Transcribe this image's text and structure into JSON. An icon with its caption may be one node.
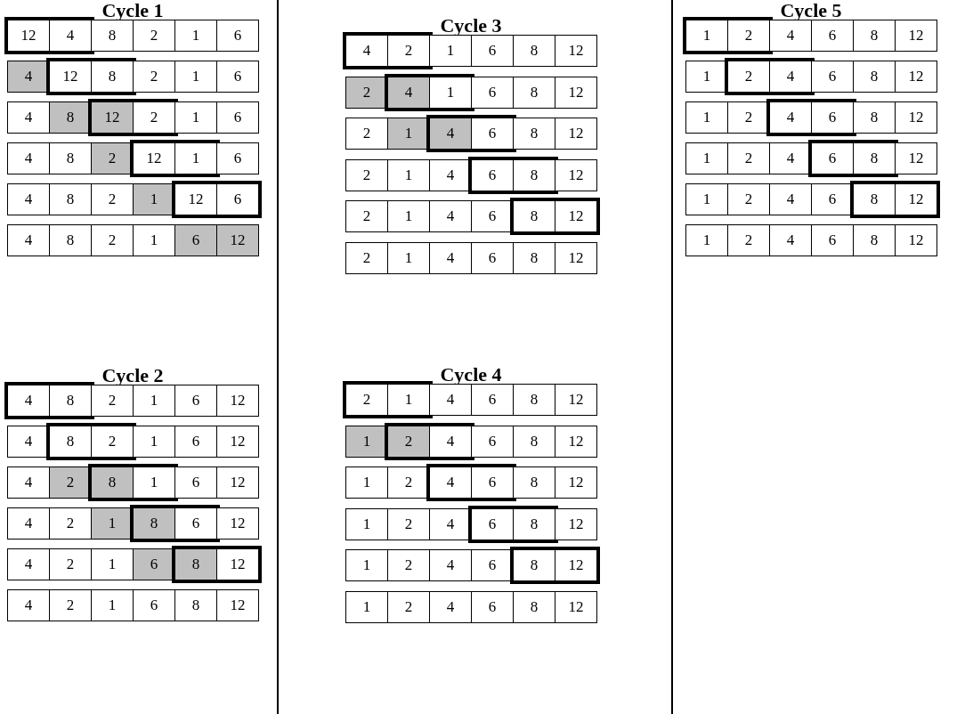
{
  "diagram": {
    "nodes": [
      {
        "text": [],
        "shape": "box"
      },
      {
        "text": [
          "12"
        ],
        "in": 0
      },
      {
        "text": [
          "4"
        ],
        "in": 0
      },
      {
        "text": [
          "8"
        ]
      },
      {
        "text": [
          "2"
        ]
      },
      {
        "text": [
          "1"
        ]
      },
      {
        "text": [
          "6"
        ]
      },
      {
        "text": [
          "4"
        ]
      },
      {
        "text": [],
        "shape": "box"
      },
      {
        "text": [
          "12"
        ],
        "in": 8
      },
      {
        "text": [
          "8"
        ],
        "in": 8
      },
      {
        "text": [
          "2"
        ]
      },
      {
        "text": [
          "1"
        ]
      },
      {
        "text": [
          "6"
        ]
      },
      {
        "text": [
          "4"
        ]
      },
      {
        "text": [
          "8"
        ]
      },
      {
        "text": [],
        "shape": "box"
      },
      {
        "text": [
          "12"
        ],
        "in": 16
      },
      {
        "text": [
          "2"
        ],
        "in": 16
      },
      {
        "text": [
          "1"
        ]
      },
      {
        "text": [
          "6"
        ]
      },
      {
        "text": [
          "4"
        ]
      },
      {
        "text": [
          "8"
        ]
      },
      {
        "text": [
          "2"
        ]
      },
      {
        "text": [],
        "shape": "box"
      },
      {
        "text": [
          "12"
        ],
        "in": 24
      },
      {
        "text": [
          "1"
        ],
        "in": 24
      },
      {
        "text": [
          "6"
        ]
      },
      {
        "text": [
          "4"
        ]
      },
      {
        "text": [
          "8"
        ]
      },
      {
        "text": [
          "2"
        ]
      },
      {
        "text": [
          "1"
        ]
      },
      {
        "text": [],
        "shape": "box"
      },
      {
        "text": [
          "12"
        ],
        "in": 32
      },
      {
        "text": [
          "6"
        ],
        "in": 32
      },
      {
        "text": [
          "4"
        ]
      },
      {
        "text": [
          "8"
        ]
      },
      {
        "text": [
          "2"
        ]
      },
      {
        "text": [
          "1"
        ]
      },
      {
        "text": [
          "6"
        ]
      },
      {
        "text": [
          "12"
        ]
      },
      {
        "text": [],
        "shape": "box"
      },
      {
        "text": [
          "4"
        ],
        "in": 41
      },
      {
        "text": [
          "8"
        ],
        "in": 41
      },
      {
        "text": [
          "2"
        ]
      },
      {
        "text": [
          "1"
        ]
      },
      {
        "text": [
          "6"
        ]
      },
      {
        "text": [
          "12"
        ]
      },
      {
        "text": [
          "4"
        ]
      },
      {
        "text": [],
        "shape": "box"
      },
      {
        "text": [
          "8"
        ],
        "in": 49
      },
      {
        "text": [
          "2"
        ],
        "in": 49
      },
      {
        "text": [
          "1"
        ]
      },
      {
        "text": [
          "6"
        ]
      },
      {
        "text": [
          "12"
        ]
      },
      {
        "text": [
          "4"
        ]
      },
      {
        "text": [
          "2"
        ]
      },
      {
        "text": [],
        "shape": "box"
      },
      {
        "text": [
          "8"
        ],
        "in": 57
      },
      {
        "text": [
          "1"
        ],
        "in": 57
      },
      {
        "text": [
          "6"
        ]
      },
      {
        "text": [
          "12"
        ]
      },
      {
        "text": [
          "4"
        ]
      },
      {
        "text": [
          "2"
        ]
      },
      {
        "text": [
          "1"
        ]
      },
      {
        "text": [],
        "shape": "box"
      },
      {
        "text": [
          "8"
        ],
        "in": 65
      },
      {
        "text": [
          "6"
        ],
        "in": 65
      },
      {
        "text": [
          "12"
        ]
      },
      {
        "text": [
          "4"
        ]
      },
      {
        "text": [
          "2"
        ]
      },
      {
        "text": [
          "1"
        ]
      },
      {
        "text": [
          "6"
        ]
      },
      {
        "text": [],
        "shape": "box"
      },
      {
        "text": [
          "8"
        ],
        "in": 73
      },
      {
        "text": [
          "12"
        ],
        "in": 73
      },
      {
        "text": [
          "4"
        ]
      },
      {
        "text": [
          "2"
        ]
      },
      {
        "text": [
          "1"
        ]
      },
      {
        "text": [
          "6"
        ]
      },
      {
        "text": [
          "8"
        ]
      },
      {
        "text": [
          "12"
        ]
      },
      {
        "text": [],
        "shape": "box"
      },
      {
        "text": [
          "4"
        ],
        "in": 82
      },
      {
        "text": [
          "2"
        ],
        "in": 82
      },
      {
        "text": [
          "1"
        ]
      },
      {
        "text": [
          "6"
        ]
      },
      {
        "text": [
          "8"
        ]
      },
      {
        "text": [
          "12"
        ]
      },
      {
        "text": [
          "2"
        ]
      },
      {
        "text": [],
        "shape": "box"
      },
      {
        "text": [
          "4"
        ],
        "in": 90
      },
      {
        "text": [
          "1"
        ],
        "in": 90
      },
      {
        "text": [
          "6"
        ]
      },
      {
        "text": [
          "8"
        ]
      },
      {
        "text": [
          "12"
        ]
      },
      {
        "text": [
          "2"
        ]
      },
      {
        "text": [
          "1"
        ]
      },
      {
        "text": [],
        "shape": "box"
      },
      {
        "text": [
          "4"
        ],
        "in": 98
      },
      {
        "text": [
          "6"
        ],
        "in": 98
      },
      {
        "text": [
          "8"
        ]
      },
      {
        "text": [
          "12"
        ]
      },
      {
        "text": [
          "2"
        ]
      },
      {
        "text": [
          "1"
        ]
      },
      {
        "text": [
          "4"
        ]
      },
      {
        "text": [],
        "shape": "box"
      },
      {
        "text": [
          "6"
        ],
        "in": 106
      },
      {
        "text": [
          "8"
        ],
        "in": 106
      },
      {
        "text": [
          "12"
        ]
      },
      {
        "text": [
          "2"
        ]
      },
      {
        "text": [
          "1"
        ]
      },
      {
        "text": [
          "4"
        ]
      },
      {
        "text": [
          "6"
        ]
      },
      {
        "text": [],
        "shape": "box"
      },
      {
        "text": [
          "8"
        ],
        "in": 114
      },
      {
        "text": [
          "12"
        ],
        "in": 114
      },
      {
        "text": [
          "2"
        ]
      },
      {
        "text": [
          "1"
        ]
      },
      {
        "text": [
          "4"
        ]
      },
      {
        "text": [
          "6"
        ]
      },
      {
        "text": [
          "8"
        ]
      },
      {
        "text": [
          "12"
        ]
      },
      {
        "text": [],
        "shape": "box"
      },
      {
        "text": [
          "2"
        ],
        "in": 123
      },
      {
        "text": [
          "1"
        ],
        "in": 123
      },
      {
        "text": [
          "4"
        ]
      },
      {
        "text": [
          "6"
        ]
      },
      {
        "text": [
          "8"
        ]
      },
      {
        "text": [
          "12"
        ]
      },
      {
        "text": [
          "1"
        ]
      },
      {
        "text": [],
        "shape": "box"
      },
      {
        "text": [
          "2"
        ],
        "in": 131
      },
      {
        "text": [
          "4"
        ],
        "in": 131
      },
      {
        "text": [
          "6"
        ]
      },
      {
        "text": [
          "8"
        ]
      },
      {
        "text": [
          "12"
        ]
      },
      {
        "text": [
          "1"
        ]
      },
      {
        "text": [
          "2"
        ]
      },
      {
        "text": [],
        "shape": "box"
      },
      {
        "text": [
          "4"
        ],
        "in": 139
      },
      {
        "text": [
          "6"
        ],
        "in": 139
      },
      {
        "text": [
          "8"
        ]
      },
      {
        "text": [
          "12"
        ]
      },
      {
        "text": [
          "1"
        ]
      },
      {
        "text": [
          "2"
        ]
      },
      {
        "text": [
          "4"
        ]
      },
      {
        "text": [],
        "shape": "box"
      },
      {
        "text": [
          "6"
        ],
        "in": 147
      },
      {
        "text": [
          "8"
        ],
        "in": 147
      },
      {
        "text": [
          "12"
        ]
      },
      {
        "text": [
          "1"
        ]
      },
      {
        "text": [
          "2"
        ]
      },
      {
        "text": [
          "4"
        ]
      },
      {
        "text": [
          "6"
        ]
      },
      {
        "text": [],
        "shape": "box"
      },
      {
        "text": [
          "8"
        ],
        "in": 155
      },
      {
        "text": [
          "12"
        ],
        "in": 155
      },
      {
        "text": [
          "1"
        ]
      },
      {
        "text": [
          "2"
        ]
      },
      {
        "text": [
          "4"
        ]
      },
      {
        "text": [
          "6"
        ]
      },
      {
        "text": [
          "8"
        ]
      },
      {
        "text": [
          "12"
        ]
      },
      {
        "text": [],
        "shape": "box"
      },
      {
        "text": [
          "1"
        ],
        "in": 164
      },
      {
        "text": [
          "2"
        ],
        "in": 164
      },
      {
        "text": [
          "4"
        ]
      },
      {
        "text": [
          "6"
        ]
      },
      {
        "text": [
          "8"
        ]
      },
      {
        "text": [
          "12"
        ]
      },
      {
        "text": [
          "1"
        ]
      },
      {
        "text": [],
        "shape": "box"
      },
      {
        "text": [
          "2"
        ],
        "in": 172
      },
      {
        "text": [
          "4"
        ],
        "in": 172
      },
      {
        "text": [
          "6"
        ]
      },
      {
        "text": [
          "8"
        ]
      },
      {
        "text": [
          "12"
        ]
      },
      {
        "text": [
          "1"
        ]
      },
      {
        "text": [
          "2"
        ]
      },
      {
        "text": [],
        "shape": "box"
      },
      {
        "text": [
          "4"
        ],
        "in": 180
      },
      {
        "text": [
          "6"
        ],
        "in": 180
      },
      {
        "text": [
          "8"
        ]
      },
      {
        "text": [
          "12"
        ]
      },
      {
        "text": [
          "1"
        ]
      },
      {
        "text": [
          "2"
        ]
      },
      {
        "text": [
          "4"
        ]
      },
      {
        "text": [],
        "shape": "box"
      },
      {
        "text": [
          "6"
        ],
        "in": 188
      },
      {
        "text": [
          "8"
        ],
        "in": 188
      },
      {
        "text": [
          "12"
        ]
      },
      {
        "text": [
          "1"
        ]
      },
      {
        "text": [
          "2"
        ]
      },
      {
        "text": [
          "4"
        ]
      },
      {
        "text": [
          "6"
        ]
      },
      {
        "text": [],
        "shape": "box"
      },
      {
        "text": [
          "8"
        ],
        "in": 196
      },
      {
        "text": [
          "12"
        ],
        "in": 196
      },
      {
        "text": [
          "1"
        ]
      },
      {
        "text": [
          "2"
        ]
      },
      {
        "text": [
          "4"
        ]
      },
      {
        "text": [
          "6"
        ]
      },
      {
        "text": [
          "8"
        ]
      },
      {
        "text": [
          "12"
        ]
      }
    ],
    "labels": [
      "Cycle 1",
      "Cycle 2",
      "Cycle 3",
      "Cycle 4",
      "Cycle 5"
    ]
  }
}
